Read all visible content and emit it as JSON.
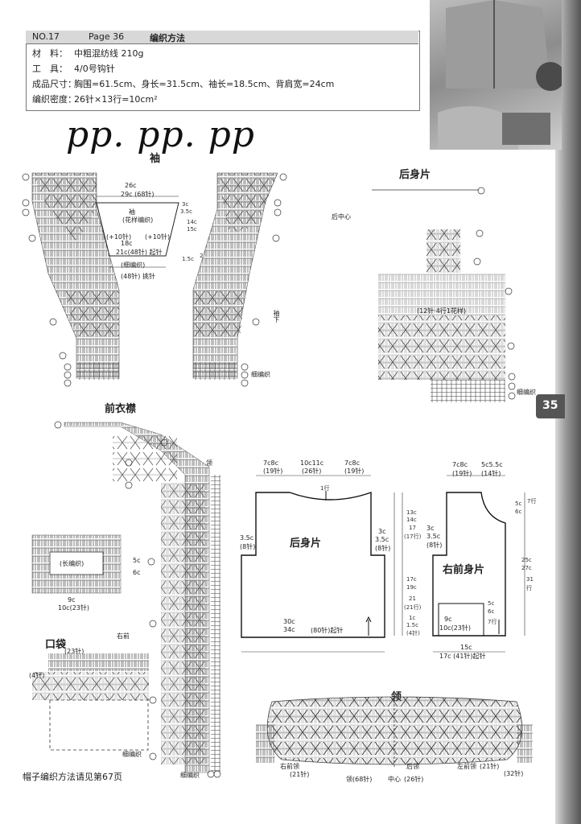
{
  "header": {
    "no": "NO.17",
    "page": "Page 36",
    "heading": "编织方法",
    "lines": [
      {
        "key": "材　料：",
        "value": "中粗混纺线 210g"
      },
      {
        "key": "工　具：",
        "value": "4/0号钩针"
      },
      {
        "key": "成品尺寸：",
        "value": "胸围=61.5cm、身长=31.5cm、袖长=18.5cm、背肩宽=24cm"
      },
      {
        "key": "编织密度：",
        "value": "26针×13行=10cm²"
      }
    ]
  },
  "watermark": "pp. pp. pp",
  "page_number": "35",
  "sections": {
    "sleeve": "袖",
    "back": "后身片",
    "front_band": "前衣襟",
    "pocket": "口袋",
    "collar": "领"
  },
  "sleeve_schematic": {
    "title": "袖",
    "sub": "(花样编织)",
    "top1": "26c",
    "top2": "29c (68针)",
    "inc_left": "(+10针)",
    "inc_right": "(+10针)",
    "mid1": "18c",
    "mid2": "21c(48针) 起针",
    "band": "(细编织)",
    "pick": "(48针) 挑针",
    "h1": "3c",
    "h2": "3.5c",
    "h3": "14c",
    "h4": "15c",
    "h5": "1.5c",
    "h6": "2"
  },
  "sleeve_chart": {
    "band": "细编织",
    "side": "袖下"
  },
  "back_chart": {
    "center": "后中心",
    "pattern": "(12针·4行1花样)",
    "band": "细编织"
  },
  "front_chart": {
    "collar": "领",
    "right_front": "右前",
    "band1": "细编织",
    "band2": "细编织"
  },
  "pocket_chart": {
    "long": "(长编织)",
    "w1": "9c",
    "w2": "10c(23针)",
    "h1": "5c",
    "h2": "6c",
    "top": "(23针)",
    "left": "(4针)"
  },
  "back_schematic": {
    "title": "后身片",
    "top_left1": "7c8c",
    "top_left2": "(19针)",
    "top_mid1": "10c11c",
    "top_mid2": "(26针)",
    "top_right1": "7c8c",
    "top_right2": "(19针)",
    "neck": "1行",
    "side_l1": "3.5c",
    "side_l2": "(8针)",
    "side_r1": "3c",
    "side_r2": "3.5c",
    "side_r3": "(8针)",
    "bottom1": "30c",
    "bottom2": "34c",
    "bottom3": "(80针)起针",
    "h1": "13c",
    "h2": "14c",
    "h3": "17",
    "h4": "(17行)",
    "h5": "17c",
    "h6": "19c",
    "h7": "21",
    "h8": "(21行)",
    "h9": "1c",
    "h10": "1.5c",
    "h11": "(4针)"
  },
  "front_schematic": {
    "title": "右前身片",
    "top_left1": "7c8c",
    "top_left2": "(19针)",
    "top_right1": "5c5.5c",
    "top_right2": "(14针)",
    "side1": "3c",
    "side2": "3.5c",
    "side3": "(8针)",
    "pocket1": "9c",
    "pocket2": "10c(23针)",
    "bottom1": "15c",
    "bottom2": "17c (41针)起针",
    "r1": "5c",
    "r2": "6c",
    "r3": "7行",
    "r4": "25c",
    "r5": "27c",
    "r6": "31",
    "r7": "行",
    "r8": "5c",
    "r9": "6c",
    "r10": "7行"
  },
  "collar_chart": {
    "title": "领",
    "left": "右前领",
    "left_n": "(21针)",
    "mid": "后领",
    "mid_n": "(26针)",
    "right": "左前领",
    "right_n": "(21针)",
    "total": "领(68针)",
    "center": "中心",
    "right2": "(32针)"
  },
  "footer": "帽子编织方法请见第67页"
}
